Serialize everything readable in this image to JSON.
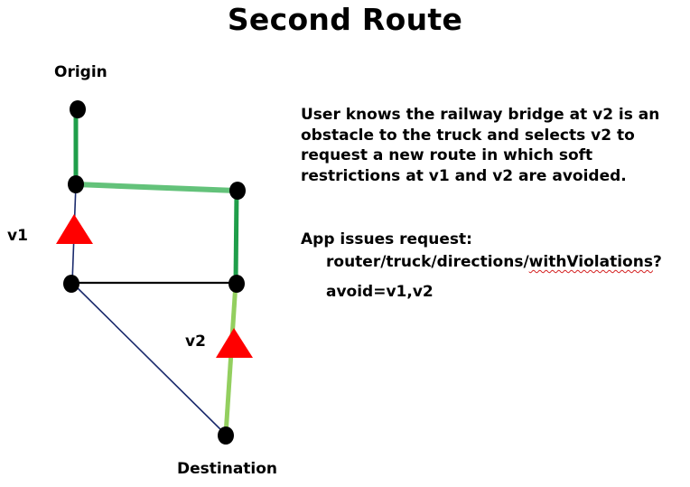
{
  "title": "Second Route",
  "labels": {
    "origin": "Origin",
    "v1": "v1",
    "v2": "v2",
    "destination": "Destination"
  },
  "description": "User knows the railway bridge at v2 is an obstacle to the truck and selects v2 to request a new route in which soft restrictions at v1 and v2 are avoided.",
  "request": {
    "heading": "App issues request:",
    "path_prefix": "router/truck/directions/",
    "path_flagged": "withViolations",
    "path_suffix": "?",
    "query": "avoid=v1,v2"
  },
  "colors": {
    "route_dark_green": "#1f9e4a",
    "route_light_green": "#63c27a",
    "route_lime": "#93cf5f",
    "edge_navy": "#1a2a6c",
    "edge_black": "#000000",
    "restriction": "#ff0000",
    "node": "#000000"
  },
  "icons": [
    "node-dot",
    "restriction-triangle"
  ]
}
